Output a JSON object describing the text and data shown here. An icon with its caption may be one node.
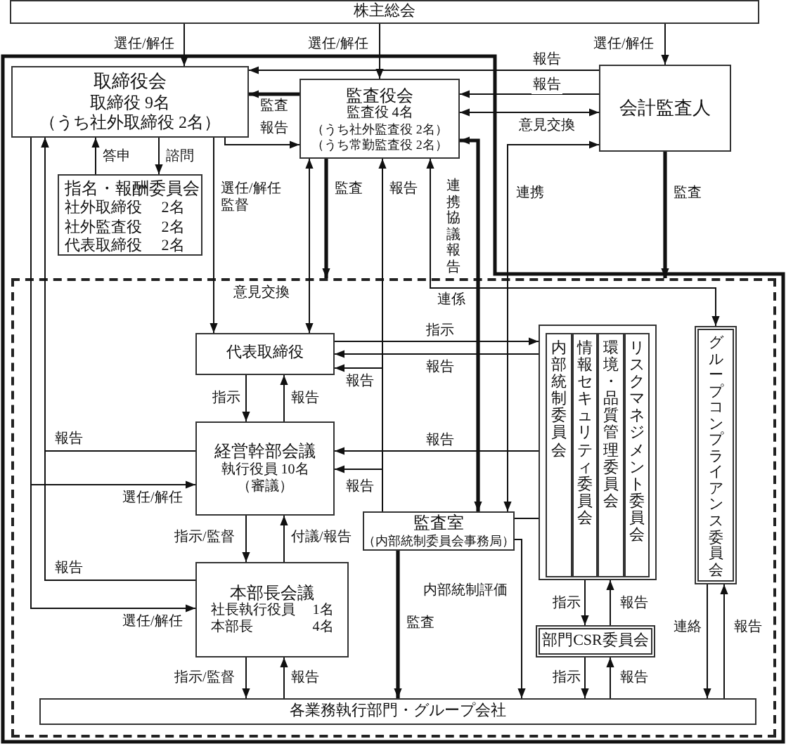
{
  "diagram": {
    "nodes": [
      {
        "text": [
          "株主総会"
        ]
      },
      {
        "text": [
          "取締役会",
          "取締役 9名",
          "（うち社外取締役 2名）"
        ]
      },
      {
        "text": [
          "指名・報酬委員会",
          "社外取締役　 2名",
          "社外監査役　 2名",
          "代表取締役　 2名"
        ]
      },
      {
        "text": [
          "監査役会",
          "監査役 4名",
          "（うち社外監査役 2名）",
          "（うち常勤監査役 2名）"
        ]
      },
      {
        "text": [
          "会計監査人"
        ]
      },
      {
        "text": [],
        "shape": "box"
      },
      {
        "text": [
          "代表取締役"
        ],
        "in": 5
      },
      {
        "text": [
          "経営幹部会議",
          "執行役員 10名",
          "（審議）"
        ],
        "in": 5
      },
      {
        "text": [
          "本部長会議",
          "社長執行役員　 1名",
          "本部長　　　　 4名"
        ],
        "in": 5
      },
      {
        "text": [
          "監査室",
          "（内部統制委員会事務局）"
        ],
        "in": 5
      },
      {
        "text": [],
        "shape": "box",
        "in": 5
      },
      {
        "text": [
          "内部統制委員会"
        ],
        "in": 10
      },
      {
        "text": [
          "情報セキュリティ委員会"
        ],
        "in": 10
      },
      {
        "text": [
          "環境・品質管理委員会"
        ],
        "in": 10
      },
      {
        "text": [
          "リスクマネジメント委員会"
        ],
        "in": 10
      },
      {
        "text": [
          "グループコンプライアンス委員会"
        ],
        "in": 5
      },
      {
        "text": [
          "部門CSR委員会"
        ],
        "in": 5
      },
      {
        "text": [
          "各業務執行部門・グループ会社"
        ],
        "in": 5
      }
    ],
    "edges": [
      {
        "from": 0,
        "to": 1,
        "arrow": "to",
        "label": "選任/解任"
      },
      {
        "from": 0,
        "to": 3,
        "arrow": "to",
        "label": "選任/解任"
      },
      {
        "from": 0,
        "to": 4,
        "arrow": "to",
        "label": "選任/解任"
      },
      {
        "from": 4,
        "to": 1,
        "arrow": "to",
        "label": "報告"
      },
      {
        "from": 4,
        "to": 3,
        "arrow": "to",
        "label": "報告"
      },
      {
        "from": 3,
        "to": 1,
        "arrow": "to",
        "label": "監査",
        "style": "thick"
      },
      {
        "from": 3,
        "to": 4,
        "arrow": "both",
        "label": "意見交換"
      },
      {
        "from": 1,
        "to": 3,
        "arrow": "to",
        "label": "報告"
      },
      {
        "from": 9,
        "to": 4,
        "arrow": "both",
        "label": "連携"
      },
      {
        "from": 2,
        "to": 1,
        "arrow": "to",
        "label": "答申"
      },
      {
        "from": 1,
        "to": 2,
        "arrow": "to",
        "label": "諮問"
      },
      {
        "from": 1,
        "to": 6,
        "arrow": "to",
        "label": "選任/解任監督"
      },
      {
        "from": 3,
        "to": 6,
        "arrow": "both",
        "label": "意見交換"
      },
      {
        "from": 3,
        "to": 5,
        "arrow": "to",
        "label": "監査",
        "style": "thick"
      },
      {
        "from": 9,
        "to": 3,
        "arrow": "to",
        "label": "報告"
      },
      {
        "from": 9,
        "to": 3,
        "arrow": "both",
        "label": "連携協議報告",
        "style": "thick"
      },
      {
        "from": 3,
        "to": 15,
        "arrow": "both",
        "label": "連係"
      },
      {
        "from": 4,
        "to": 5,
        "arrow": "to",
        "label": "監査",
        "style": "thick"
      },
      {
        "from": 6,
        "to": 10,
        "arrow": "to",
        "label": "指示"
      },
      {
        "from": 10,
        "to": 6,
        "arrow": "to",
        "label": "報告"
      },
      {
        "from": 9,
        "to": 6,
        "arrow": "to",
        "label": "報告"
      },
      {
        "from": 6,
        "to": 7,
        "arrow": "to",
        "label": "指示"
      },
      {
        "from": 7,
        "to": 6,
        "arrow": "to",
        "label": "報告"
      },
      {
        "from": 10,
        "to": 7,
        "arrow": "to",
        "label": "報告"
      },
      {
        "from": 9,
        "to": 7,
        "arrow": "to",
        "label": "報告"
      },
      {
        "from": 1,
        "to": 7,
        "arrow": "to",
        "label": "選任/解任"
      },
      {
        "from": 7,
        "to": 1,
        "arrow": "to",
        "label": "報告"
      },
      {
        "from": 7,
        "to": 8,
        "arrow": "to",
        "label": "指示/監督"
      },
      {
        "from": 8,
        "to": 7,
        "arrow": "to",
        "label": "付議/報告"
      },
      {
        "from": 1,
        "to": 8,
        "arrow": "to",
        "label": "選任/解任"
      },
      {
        "from": 8,
        "to": 1,
        "arrow": "to",
        "label": "報告"
      },
      {
        "from": 9,
        "to": 10,
        "arrow": "none"
      },
      {
        "from": 9,
        "to": 17,
        "arrow": "to",
        "label": "監査",
        "style": "thick"
      },
      {
        "from": 9,
        "to": 17,
        "arrow": "to",
        "label": "内部統制評価"
      },
      {
        "from": 10,
        "to": 16,
        "arrow": "to",
        "label": "指示"
      },
      {
        "from": 16,
        "to": 10,
        "arrow": "to",
        "label": "報告"
      },
      {
        "from": 16,
        "to": 17,
        "arrow": "to",
        "label": "指示"
      },
      {
        "from": 17,
        "to": 16,
        "arrow": "to",
        "label": "報告"
      },
      {
        "from": 15,
        "to": 17,
        "arrow": "to",
        "label": "連絡"
      },
      {
        "from": 17,
        "to": 15,
        "arrow": "to",
        "label": "報告"
      },
      {
        "from": 8,
        "to": 17,
        "arrow": "to",
        "label": "指示/監督"
      },
      {
        "from": 17,
        "to": 8,
        "arrow": "to",
        "label": "報告"
      }
    ]
  }
}
